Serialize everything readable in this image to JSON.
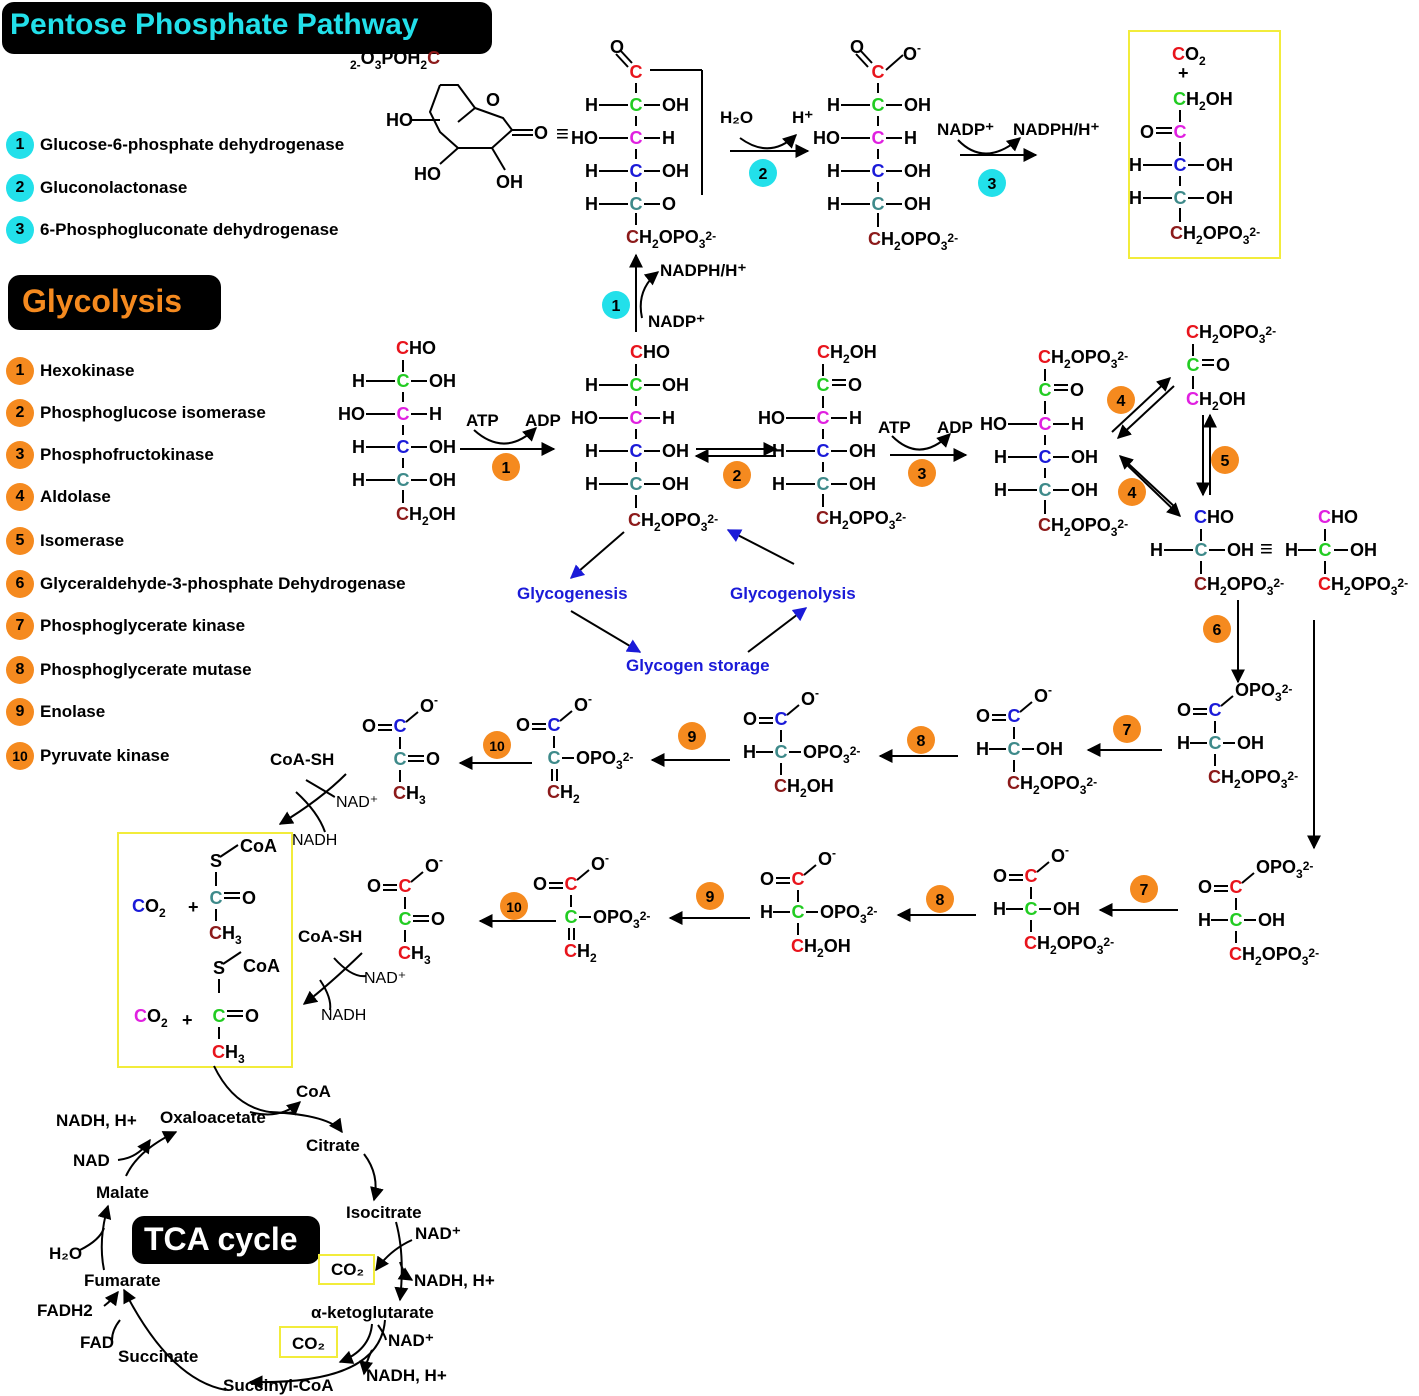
{
  "colors": {
    "c1": "#e8141c",
    "c2": "#22cc22",
    "c3": "#e020e0",
    "c4": "#1a1ad8",
    "c5": "#3e8a8a",
    "c6": "#8c1a1a",
    "text": "#000000",
    "blue_label": "#1a1ad8",
    "cyan_badge": "#22e0ea",
    "orange_badge": "#f58a1f",
    "highlight_box": "#f2ec3b",
    "title_bg": "#000000",
    "ppp_title": "#22e0ea",
    "glycolysis_title": "#f58a1f",
    "tca_title": "#ffffff"
  },
  "titles": {
    "ppp": "Pentose Phosphate Pathway",
    "glycolysis": "Glycolysis",
    "tca": "TCA cycle"
  },
  "ppp_enzymes": [
    {
      "num": "1",
      "name": "Glucose-6-phosphate dehydrogenase"
    },
    {
      "num": "2",
      "name": "Gluconolactonase"
    },
    {
      "num": "3",
      "name": "6-Phosphogluconate dehydrogenase"
    }
  ],
  "glycolysis_enzymes": [
    {
      "num": "1",
      "name": "Hexokinase"
    },
    {
      "num": "2",
      "name": "Phosphoglucose isomerase"
    },
    {
      "num": "3",
      "name": "Phosphofructokinase"
    },
    {
      "num": "4",
      "name": "Aldolase"
    },
    {
      "num": "5",
      "name": "Isomerase"
    },
    {
      "num": "6",
      "name": "Glyceraldehyde-3-phosphate Dehydrogenase"
    },
    {
      "num": "7",
      "name": "Phosphoglycerate kinase"
    },
    {
      "num": "8",
      "name": "Phosphoglycerate mutase"
    },
    {
      "num": "9",
      "name": "Enolase"
    },
    {
      "num": "10",
      "name": "Pyruvate kinase"
    }
  ],
  "cofactors": {
    "atp": "ATP",
    "adp": "ADP",
    "h2o": "H₂O",
    "h_plus": "H⁺",
    "nadp": "NADP⁺",
    "nadph": "NADPH/H⁺",
    "coa_sh": "CoA-SH",
    "nad": "NAD⁺",
    "nadh": "NADH"
  },
  "glycogen": {
    "genesis": "Glycogenesis",
    "lysis": "Glycogenolysis",
    "storage": "Glycogen storage"
  },
  "tca": {
    "coa": "CoA",
    "oxaloacetate": "Oxaloacetate",
    "citrate": "Citrate",
    "isocitrate": "Isocitrate",
    "nad_plus": "NAD⁺",
    "nadh_h": "NADH, H+",
    "co2": "CO₂",
    "akg": "α-ketoglutarate",
    "succinyl": "Succinyl-CoA",
    "succinate": "Succinate",
    "fad": "FAD",
    "fadh2": "FADH2",
    "fumarate": "Fumarate",
    "h2o": "H₂O",
    "malate": "Malate",
    "nad": "NAD",
    "nadh_h_malate": "NADH, H+"
  }
}
